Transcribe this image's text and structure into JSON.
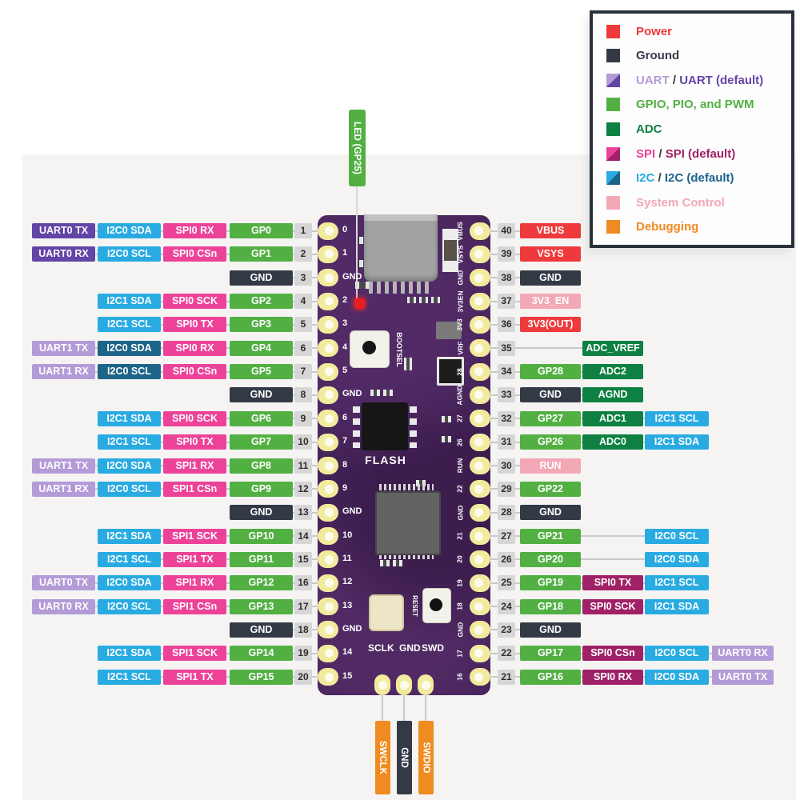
{
  "colors": {
    "power": "#ee3a3c",
    "ground": "#333a46",
    "uart": "#b39bd8",
    "uart_default": "#6345a6",
    "gpio": "#52b043",
    "adc": "#0e8142",
    "spi": "#ec4399",
    "spi_default": "#a02167",
    "i2c": "#29abe2",
    "i2c_default": "#1d6489",
    "system": "#f3a8b6",
    "debug": "#ef8b20",
    "sep": "#3c3c3c",
    "line": "#c9c9c9"
  },
  "legend": {
    "rows": [
      {
        "swatch": [
          "power"
        ],
        "parts": [
          {
            "t": "Power",
            "k": "power"
          }
        ]
      },
      {
        "swatch": [
          "ground"
        ],
        "parts": [
          {
            "t": "Ground",
            "k": "ground"
          }
        ]
      },
      {
        "swatch": [
          "uart",
          "uart_default"
        ],
        "parts": [
          {
            "t": "UART",
            "k": "uart"
          },
          {
            "t": " / ",
            "k": "sep"
          },
          {
            "t": "UART (default)",
            "k": "uart_default"
          }
        ]
      },
      {
        "swatch": [
          "gpio"
        ],
        "parts": [
          {
            "t": "GPIO, PIO, and PWM",
            "k": "gpio"
          }
        ]
      },
      {
        "swatch": [
          "adc"
        ],
        "parts": [
          {
            "t": "ADC",
            "k": "adc"
          }
        ]
      },
      {
        "swatch": [
          "spi",
          "spi_default"
        ],
        "parts": [
          {
            "t": "SPI",
            "k": "spi"
          },
          {
            "t": " / ",
            "k": "sep"
          },
          {
            "t": "SPI (default)",
            "k": "spi_default"
          }
        ]
      },
      {
        "swatch": [
          "i2c",
          "i2c_default"
        ],
        "parts": [
          {
            "t": "I2C",
            "k": "i2c"
          },
          {
            "t": " / ",
            "k": "sep"
          },
          {
            "t": "I2C (default)",
            "k": "i2c_default"
          }
        ]
      },
      {
        "swatch": [
          "system"
        ],
        "parts": [
          {
            "t": "System Control",
            "k": "system"
          }
        ]
      },
      {
        "swatch": [
          "debug"
        ],
        "parts": [
          {
            "t": "Debugging",
            "k": "debug"
          }
        ]
      }
    ]
  },
  "led_label": {
    "text": "LED (GP25)",
    "k": "gpio"
  },
  "swd_labels": [
    {
      "t": "SWCLK",
      "k": "debug"
    },
    {
      "t": "GND",
      "k": "ground"
    },
    {
      "t": "SWDIO",
      "k": "debug"
    }
  ],
  "board": {
    "silk_left": [
      "0",
      "1",
      "GND",
      "2",
      "3",
      "4",
      "5",
      "GND",
      "6",
      "7",
      "8",
      "9",
      "GND",
      "10",
      "11",
      "12",
      "13",
      "GND",
      "14",
      "15"
    ],
    "silk_right": [
      "VBUS",
      "VSYS",
      "GND",
      "3V3EN",
      "3V3",
      "VRF",
      "28",
      "AGND",
      "27",
      "26",
      "RUN",
      "22",
      "GND",
      "21",
      "20",
      "19",
      "18",
      "GND",
      "17",
      "16"
    ],
    "bootsel": "BOOTSEL",
    "flash": "FLASH",
    "reset": "RESET",
    "swd_silk": [
      "SCLK",
      "GND",
      "SWD"
    ]
  },
  "pins": {
    "left": [
      {
        "pin": "1",
        "boxes": [
          [
            0,
            "UART0 TX",
            "uart_default"
          ],
          [
            1,
            "I2C0 SDA",
            "i2c"
          ],
          [
            2,
            "SPI0 RX",
            "spi"
          ],
          [
            3,
            "GP0",
            "gpio"
          ]
        ]
      },
      {
        "pin": "2",
        "boxes": [
          [
            0,
            "UART0 RX",
            "uart_default"
          ],
          [
            1,
            "I2C0 SCL",
            "i2c"
          ],
          [
            2,
            "SPI0 CSn",
            "spi"
          ],
          [
            3,
            "GP1",
            "gpio"
          ]
        ]
      },
      {
        "pin": "3",
        "boxes": [
          [
            3,
            "GND",
            "ground"
          ]
        ]
      },
      {
        "pin": "4",
        "boxes": [
          [
            1,
            "I2C1 SDA",
            "i2c"
          ],
          [
            2,
            "SPI0 SCK",
            "spi"
          ],
          [
            3,
            "GP2",
            "gpio"
          ]
        ]
      },
      {
        "pin": "5",
        "boxes": [
          [
            1,
            "I2C1 SCL",
            "i2c"
          ],
          [
            2,
            "SPI0 TX",
            "spi"
          ],
          [
            3,
            "GP3",
            "gpio"
          ]
        ]
      },
      {
        "pin": "6",
        "boxes": [
          [
            0,
            "UART1 TX",
            "uart"
          ],
          [
            1,
            "I2C0 SDA",
            "i2c_default"
          ],
          [
            2,
            "SPI0 RX",
            "spi"
          ],
          [
            3,
            "GP4",
            "gpio"
          ]
        ]
      },
      {
        "pin": "7",
        "boxes": [
          [
            0,
            "UART1 RX",
            "uart"
          ],
          [
            1,
            "I2C0 SCL",
            "i2c_default"
          ],
          [
            2,
            "SPI0 CSn",
            "spi"
          ],
          [
            3,
            "GP5",
            "gpio"
          ]
        ]
      },
      {
        "pin": "8",
        "boxes": [
          [
            3,
            "GND",
            "ground"
          ]
        ]
      },
      {
        "pin": "9",
        "boxes": [
          [
            1,
            "I2C1 SDA",
            "i2c"
          ],
          [
            2,
            "SPI0 SCK",
            "spi"
          ],
          [
            3,
            "GP6",
            "gpio"
          ]
        ]
      },
      {
        "pin": "10",
        "boxes": [
          [
            1,
            "I2C1 SCL",
            "i2c"
          ],
          [
            2,
            "SPI0 TX",
            "spi"
          ],
          [
            3,
            "GP7",
            "gpio"
          ]
        ]
      },
      {
        "pin": "11",
        "boxes": [
          [
            0,
            "UART1 TX",
            "uart"
          ],
          [
            1,
            "I2C0 SDA",
            "i2c"
          ],
          [
            2,
            "SPI1 RX",
            "spi"
          ],
          [
            3,
            "GP8",
            "gpio"
          ]
        ]
      },
      {
        "pin": "12",
        "boxes": [
          [
            0,
            "UART1 RX",
            "uart"
          ],
          [
            1,
            "I2C0 SCL",
            "i2c"
          ],
          [
            2,
            "SPI1 CSn",
            "spi"
          ],
          [
            3,
            "GP9",
            "gpio"
          ]
        ]
      },
      {
        "pin": "13",
        "boxes": [
          [
            3,
            "GND",
            "ground"
          ]
        ]
      },
      {
        "pin": "14",
        "boxes": [
          [
            1,
            "I2C1 SDA",
            "i2c"
          ],
          [
            2,
            "SPI1 SCK",
            "spi"
          ],
          [
            3,
            "GP10",
            "gpio"
          ]
        ]
      },
      {
        "pin": "15",
        "boxes": [
          [
            1,
            "I2C1 SCL",
            "i2c"
          ],
          [
            2,
            "SPI1 TX",
            "spi"
          ],
          [
            3,
            "GP11",
            "gpio"
          ]
        ]
      },
      {
        "pin": "16",
        "boxes": [
          [
            0,
            "UART0 TX",
            "uart"
          ],
          [
            1,
            "I2C0 SDA",
            "i2c"
          ],
          [
            2,
            "SPI1 RX",
            "spi"
          ],
          [
            3,
            "GP12",
            "gpio"
          ]
        ]
      },
      {
        "pin": "17",
        "boxes": [
          [
            0,
            "UART0 RX",
            "uart"
          ],
          [
            1,
            "I2C0 SCL",
            "i2c"
          ],
          [
            2,
            "SPI1 CSn",
            "spi"
          ],
          [
            3,
            "GP13",
            "gpio"
          ]
        ]
      },
      {
        "pin": "18",
        "boxes": [
          [
            3,
            "GND",
            "ground"
          ]
        ]
      },
      {
        "pin": "19",
        "boxes": [
          [
            1,
            "I2C1 SDA",
            "i2c"
          ],
          [
            2,
            "SPI1 SCK",
            "spi"
          ],
          [
            3,
            "GP14",
            "gpio"
          ]
        ]
      },
      {
        "pin": "20",
        "boxes": [
          [
            1,
            "I2C1 SCL",
            "i2c"
          ],
          [
            2,
            "SPI1 TX",
            "spi"
          ],
          [
            3,
            "GP15",
            "gpio"
          ]
        ]
      }
    ],
    "right": [
      {
        "pin": "40",
        "boxes": [
          [
            0,
            "VBUS",
            "power"
          ]
        ]
      },
      {
        "pin": "39",
        "boxes": [
          [
            0,
            "VSYS",
            "power"
          ]
        ]
      },
      {
        "pin": "38",
        "boxes": [
          [
            0,
            "GND",
            "ground"
          ]
        ]
      },
      {
        "pin": "37",
        "boxes": [
          [
            0,
            "3V3_EN",
            "system"
          ]
        ]
      },
      {
        "pin": "36",
        "boxes": [
          [
            0,
            "3V3(OUT)",
            "power"
          ]
        ]
      },
      {
        "pin": "35",
        "boxes": [
          [
            1,
            "ADC_VREF",
            "adc"
          ]
        ]
      },
      {
        "pin": "34",
        "boxes": [
          [
            0,
            "GP28",
            "gpio"
          ],
          [
            1,
            "ADC2",
            "adc"
          ]
        ]
      },
      {
        "pin": "33",
        "boxes": [
          [
            0,
            "GND",
            "ground"
          ],
          [
            1,
            "AGND",
            "adc"
          ]
        ]
      },
      {
        "pin": "32",
        "boxes": [
          [
            0,
            "GP27",
            "gpio"
          ],
          [
            1,
            "ADC1",
            "adc"
          ],
          [
            2,
            "I2C1 SCL",
            "i2c"
          ]
        ]
      },
      {
        "pin": "31",
        "boxes": [
          [
            0,
            "GP26",
            "gpio"
          ],
          [
            1,
            "ADC0",
            "adc"
          ],
          [
            2,
            "I2C1 SDA",
            "i2c"
          ]
        ]
      },
      {
        "pin": "30",
        "boxes": [
          [
            0,
            "RUN",
            "system"
          ]
        ]
      },
      {
        "pin": "29",
        "boxes": [
          [
            0,
            "GP22",
            "gpio"
          ]
        ]
      },
      {
        "pin": "28",
        "boxes": [
          [
            0,
            "GND",
            "ground"
          ]
        ]
      },
      {
        "pin": "27",
        "boxes": [
          [
            0,
            "GP21",
            "gpio"
          ],
          [
            2,
            "I2C0 SCL",
            "i2c"
          ]
        ]
      },
      {
        "pin": "26",
        "boxes": [
          [
            0,
            "GP20",
            "gpio"
          ],
          [
            2,
            "I2C0 SDA",
            "i2c"
          ]
        ]
      },
      {
        "pin": "25",
        "boxes": [
          [
            0,
            "GP19",
            "gpio"
          ],
          [
            1,
            "SPI0 TX",
            "spi_default"
          ],
          [
            2,
            "I2C1 SCL",
            "i2c"
          ]
        ]
      },
      {
        "pin": "24",
        "boxes": [
          [
            0,
            "GP18",
            "gpio"
          ],
          [
            1,
            "SPI0 SCK",
            "spi_default"
          ],
          [
            2,
            "I2C1 SDA",
            "i2c"
          ]
        ]
      },
      {
        "pin": "23",
        "boxes": [
          [
            0,
            "GND",
            "ground"
          ]
        ]
      },
      {
        "pin": "22",
        "boxes": [
          [
            0,
            "GP17",
            "gpio"
          ],
          [
            1,
            "SPI0 CSn",
            "spi_default"
          ],
          [
            2,
            "I2C0 SCL",
            "i2c"
          ],
          [
            3,
            "UART0 RX",
            "uart"
          ]
        ]
      },
      {
        "pin": "21",
        "boxes": [
          [
            0,
            "GP16",
            "gpio"
          ],
          [
            1,
            "SPI0 RX",
            "spi_default"
          ],
          [
            2,
            "I2C0 SDA",
            "i2c"
          ],
          [
            3,
            "UART0 TX",
            "uart"
          ]
        ]
      }
    ]
  }
}
